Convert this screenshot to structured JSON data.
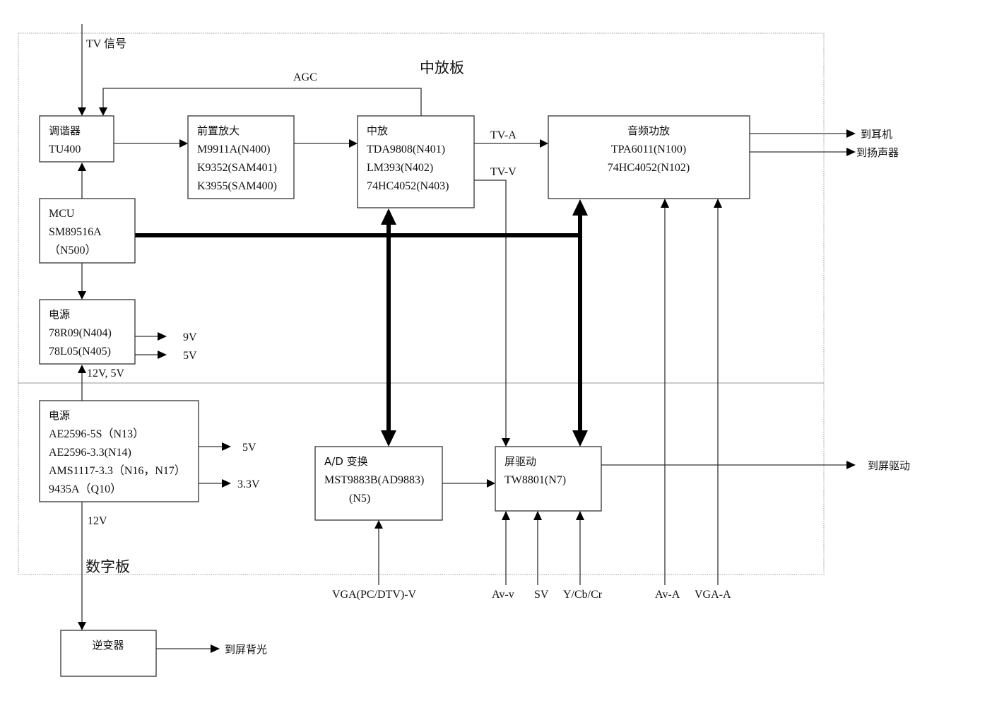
{
  "regions": {
    "if_board": "中放板",
    "digital_board": "数字板"
  },
  "blocks": {
    "tuner": {
      "title": "调谐器",
      "lines": [
        "TU400"
      ]
    },
    "preamp": {
      "title": "前置放大",
      "lines": [
        "M9911A(N400)",
        "K9352(SAM401)",
        "K3955(SAM400)"
      ]
    },
    "if_amp": {
      "title": "中放",
      "lines": [
        "TDA9808(N401)",
        "LM393(N402)",
        "74HC4052(N403)"
      ]
    },
    "audio_amp": {
      "title": "音频功放",
      "lines": [
        "TPA6011(N100)",
        "74HC4052(N102)"
      ]
    },
    "mcu": {
      "title": "MCU",
      "lines": [
        "SM89516A",
        "（N500）"
      ]
    },
    "power_if": {
      "title": "电源",
      "lines": [
        "78R09(N404)",
        "78L05(N405)"
      ]
    },
    "power_digital": {
      "title": "电源",
      "lines": [
        "AE2596-5S（N13）",
        "AE2596-3.3(N14)",
        "AMS1117-3.3（N16，N17）",
        "9435A（Q10）"
      ]
    },
    "adc": {
      "title": "A/D 变换",
      "lines": [
        "MST9883B(AD9883)",
        "(N5)"
      ]
    },
    "screen_driver": {
      "title": "屏驱动",
      "lines": [
        "TW8801(N7)"
      ]
    },
    "inverter": {
      "title": "逆变器",
      "lines": []
    }
  },
  "signals": {
    "tv_signal": "TV 信号",
    "agc": "AGC",
    "tv_a": "TV-A",
    "tv_v": "TV-V",
    "to_headphone": "到耳机",
    "to_speaker": "到扬声器",
    "out_9v": "9V",
    "out_5v_if": "5V",
    "in_12v_5v": "12V, 5V",
    "out_5v_dig": "5V",
    "out_3v3": "3.3V",
    "in_12v": "12V",
    "to_screen_driver": "到屏驱动",
    "to_backlight": "到屏背光",
    "vga_v": "VGA(PC/DTV)-V",
    "av_v": "Av-v",
    "sv": "SV",
    "ycbcr": "Y/Cb/Cr",
    "av_a": "Av-A",
    "vga_a": "VGA-A"
  }
}
